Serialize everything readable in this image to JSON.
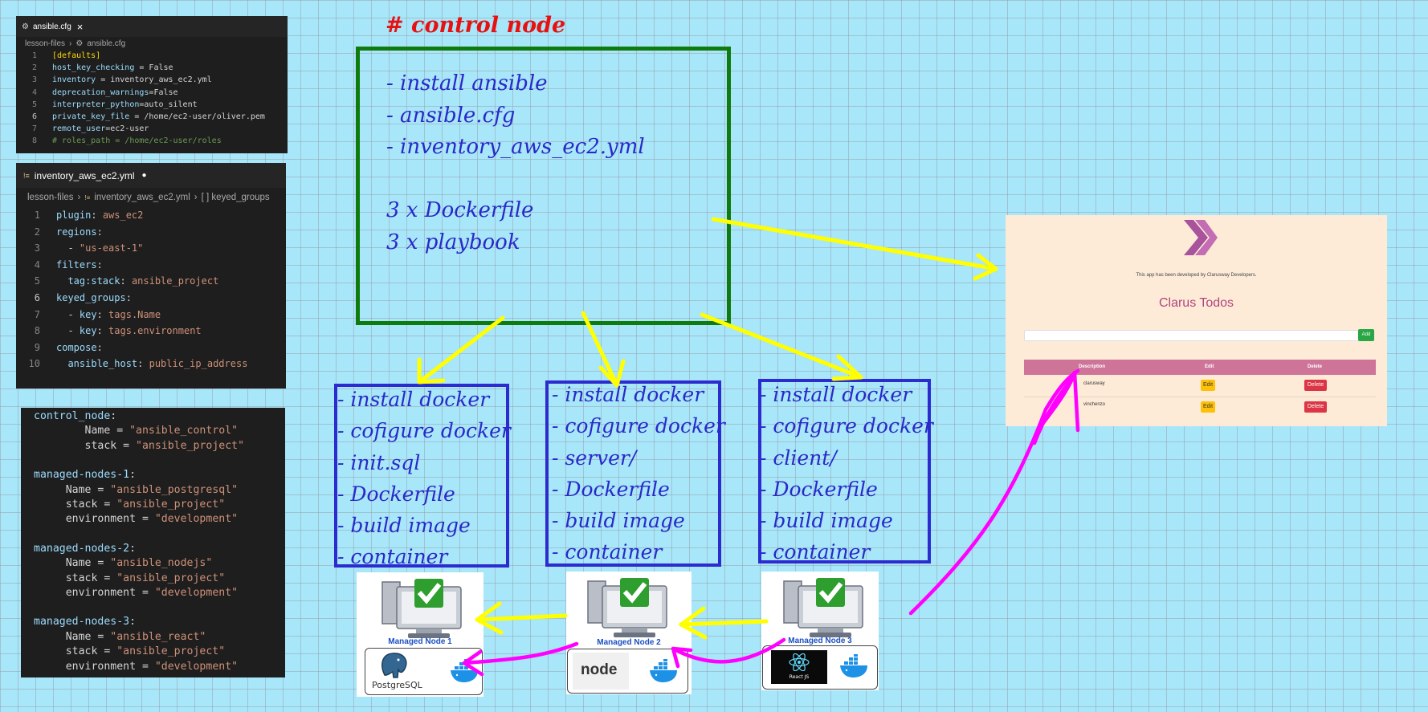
{
  "colors": {
    "background": "#a8e6fa",
    "control_box": "#0f7b0f",
    "node_box": "#2b2bd0",
    "arrow_yellow": "#ffff00",
    "arrow_magenta": "#ff00ff",
    "title_red": "#e81010",
    "handwriting_blue": "#2929c8"
  },
  "ansible_cfg": {
    "tab_title": "ansible.cfg",
    "tab_close": "×",
    "breadcrumb": [
      "lesson-files",
      "ansible.cfg"
    ],
    "lines": [
      {
        "n": "1",
        "parts": [
          [
            "y",
            "[defaults]"
          ]
        ]
      },
      {
        "n": "2",
        "parts": [
          [
            "k",
            "host_key_checking"
          ],
          [
            "p",
            " = False"
          ]
        ]
      },
      {
        "n": "3",
        "parts": [
          [
            "k",
            "inventory"
          ],
          [
            "p",
            " = inventory_aws_ec2.yml"
          ]
        ]
      },
      {
        "n": "4",
        "parts": [
          [
            "k",
            "deprecation_warnings"
          ],
          [
            "p",
            "=False"
          ]
        ]
      },
      {
        "n": "5",
        "parts": [
          [
            "k",
            "interpreter_python"
          ],
          [
            "p",
            "=auto_silent"
          ]
        ]
      },
      {
        "n": "6",
        "parts": [
          [
            "k",
            "private_key_file"
          ],
          [
            "p",
            " = /home/ec2-user/oliver.pem"
          ]
        ]
      },
      {
        "n": "7",
        "parts": [
          [
            "k",
            "remote_user"
          ],
          [
            "p",
            "=ec2-user"
          ]
        ]
      },
      {
        "n": "8",
        "parts": [
          [
            "c",
            "# roles_path = /home/ec2-user/roles"
          ]
        ]
      }
    ]
  },
  "inventory_yml": {
    "tab_title": "inventory_aws_ec2.yml",
    "tab_modified": "●",
    "breadcrumb": [
      "lesson-files",
      "inventory_aws_ec2.yml",
      "[ ] keyed_groups"
    ],
    "lines": [
      {
        "n": "1",
        "parts": [
          [
            "k",
            "plugin"
          ],
          [
            "p",
            ": "
          ],
          [
            "v",
            "aws_ec2"
          ]
        ]
      },
      {
        "n": "2",
        "parts": [
          [
            "k",
            "regions"
          ],
          [
            "p",
            ":"
          ]
        ]
      },
      {
        "n": "3",
        "parts": [
          [
            "p",
            "  - "
          ],
          [
            "v",
            "\"us-east-1\""
          ]
        ]
      },
      {
        "n": "4",
        "parts": [
          [
            "k",
            "filters"
          ],
          [
            "p",
            ":"
          ]
        ]
      },
      {
        "n": "5",
        "parts": [
          [
            "p",
            "  "
          ],
          [
            "k",
            "tag:stack"
          ],
          [
            "p",
            ": "
          ],
          [
            "v",
            "ansible_project"
          ]
        ]
      },
      {
        "n": "6",
        "parts": [
          [
            "k",
            "keyed_groups"
          ],
          [
            "p",
            ":"
          ]
        ]
      },
      {
        "n": "7",
        "parts": [
          [
            "p",
            "  - "
          ],
          [
            "k",
            "key"
          ],
          [
            "p",
            ": "
          ],
          [
            "v",
            "tags.Name"
          ]
        ]
      },
      {
        "n": "8",
        "parts": [
          [
            "p",
            "  - "
          ],
          [
            "k",
            "key"
          ],
          [
            "p",
            ": "
          ],
          [
            "v",
            "tags.environment"
          ]
        ]
      },
      {
        "n": "9",
        "parts": [
          [
            "k",
            "compose"
          ],
          [
            "p",
            ":"
          ]
        ]
      },
      {
        "n": "10",
        "parts": [
          [
            "p",
            "  "
          ],
          [
            "k",
            "ansible_host"
          ],
          [
            "p",
            ": "
          ],
          [
            "v",
            "public_ip_address"
          ]
        ]
      }
    ]
  },
  "tf_tags": {
    "lines": [
      [
        [
          "k",
          "control_node"
        ],
        [
          "p",
          ":"
        ]
      ],
      [
        [
          "p",
          "        Name = "
        ],
        [
          "v",
          "\"ansible_control\""
        ]
      ],
      [
        [
          "p",
          "        stack = "
        ],
        [
          "v",
          "\"ansible_project\""
        ]
      ],
      [],
      [
        [
          "k",
          "managed-nodes-1"
        ],
        [
          "p",
          ":"
        ]
      ],
      [
        [
          "p",
          "     Name = "
        ],
        [
          "v",
          "\"ansible_postgresql\""
        ]
      ],
      [
        [
          "p",
          "     stack = "
        ],
        [
          "v",
          "\"ansible_project\""
        ]
      ],
      [
        [
          "p",
          "     environment = "
        ],
        [
          "v",
          "\"development\""
        ]
      ],
      [],
      [
        [
          "k",
          "managed-nodes-2"
        ],
        [
          "p",
          ":"
        ]
      ],
      [
        [
          "p",
          "     Name = "
        ],
        [
          "v",
          "\"ansible_nodejs\""
        ]
      ],
      [
        [
          "p",
          "     stack = "
        ],
        [
          "v",
          "\"ansible_project\""
        ]
      ],
      [
        [
          "p",
          "     environment = "
        ],
        [
          "v",
          "\"development\""
        ]
      ],
      [],
      [
        [
          "k",
          "managed-nodes-3"
        ],
        [
          "p",
          ":"
        ]
      ],
      [
        [
          "p",
          "     Name = "
        ],
        [
          "v",
          "\"ansible_react\""
        ]
      ],
      [
        [
          "p",
          "     stack = "
        ],
        [
          "v",
          "\"ansible_project\""
        ]
      ],
      [
        [
          "p",
          "     environment = "
        ],
        [
          "v",
          "\"development\""
        ]
      ]
    ]
  },
  "control_node": {
    "title": "# control node",
    "items": [
      "- install ansible",
      "- ansible.cfg",
      "- inventory_aws_ec2.yml",
      "",
      "3 x Dockerfile",
      "3 x playbook"
    ]
  },
  "node_boxes": [
    {
      "items": [
        "- install docker",
        "- cofigure docker",
        "- init.sql",
        "- Dockerfile",
        "- build image",
        "- container"
      ]
    },
    {
      "items": [
        "- install docker",
        "- cofigure docker",
        "- server/",
        "- Dockerfile",
        "- build image",
        "- container"
      ]
    },
    {
      "items": [
        "- install docker",
        "- cofigure docker",
        "- client/",
        "- Dockerfile",
        "- build image",
        "- container"
      ]
    }
  ],
  "managed_nodes": [
    {
      "label": "Managed Node 1",
      "tech": "PostgreSQL",
      "tech_icon": "postgresql-elephant-icon"
    },
    {
      "label": "Managed Node 2",
      "tech": "node",
      "tech_icon": "nodejs-icon"
    },
    {
      "label": "Managed Node 3",
      "tech": "React JS",
      "tech_icon": "react-icon"
    }
  ],
  "todo_app": {
    "subtitle": "This app has been developed by Clarusway Developers.",
    "title": "Clarus Todos",
    "input_value": "",
    "add_label": "Add",
    "columns": [
      "Description",
      "Edit",
      "Delete"
    ],
    "rows": [
      {
        "description": "clarusway",
        "edit": "Edit",
        "delete": "Delete"
      },
      {
        "description": "vinchenzo",
        "edit": "Edit",
        "delete": "Delete"
      }
    ]
  }
}
